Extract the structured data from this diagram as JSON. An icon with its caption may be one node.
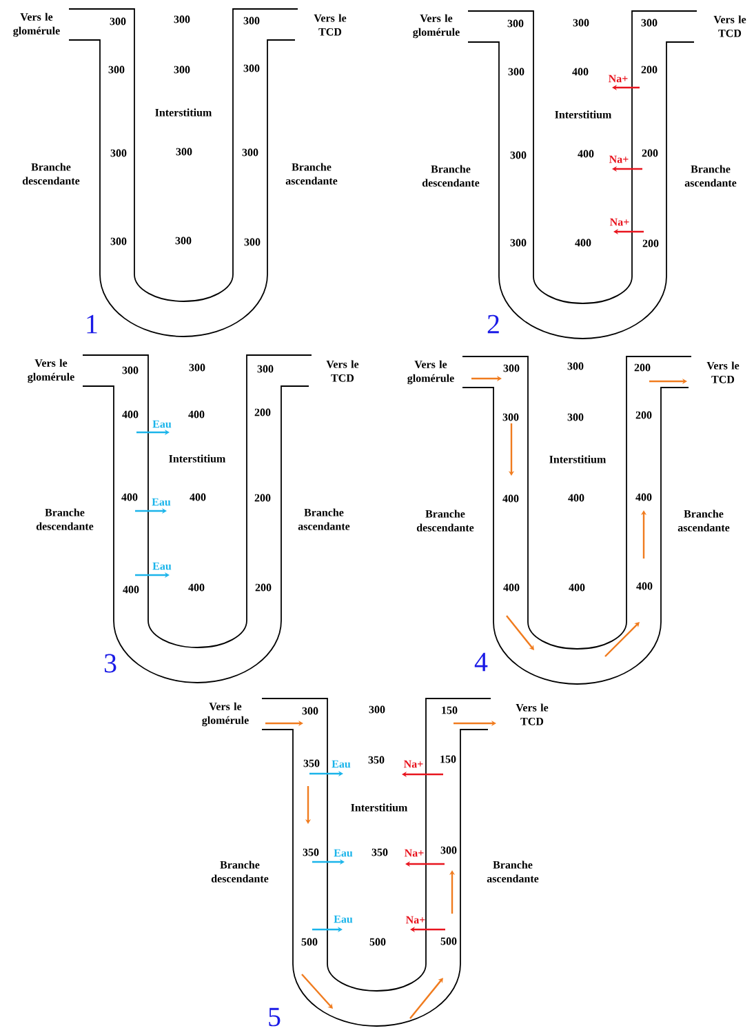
{
  "diagram": {
    "labels": [
      "Vers le glomérule",
      "300",
      "300",
      "300",
      "Vers le TCD",
      "300",
      "300",
      "300",
      "Interstitium",
      "300",
      "300",
      "300",
      "Branche descendante",
      "Branche ascendante",
      "300",
      "300",
      "300",
      "1",
      "Vers le glomérule",
      "300",
      "300",
      "300",
      "Vers le TCD",
      "300",
      "400",
      "Na+",
      "200",
      "Interstitium",
      "300",
      "400",
      "Na+",
      "200",
      "Branche descendante",
      "Branche ascendante",
      "Na+",
      "300",
      "400",
      "200",
      "2",
      "Vers le glomérule",
      "300",
      "300",
      "300",
      "Vers le TCD",
      "400",
      "Eau",
      "400",
      "200",
      "Interstitium",
      "400",
      "Eau",
      "400",
      "200",
      "Branche descendante",
      "Branche ascendante",
      "Eau",
      "400",
      "400",
      "200",
      "3",
      "Vers le glomérule",
      "300",
      "300",
      "200",
      "Vers le TCD",
      "300",
      "300",
      "200",
      "Interstitium",
      "400",
      "400",
      "400",
      "Branche descendante",
      "Branche ascendante",
      "400",
      "400",
      "400",
      "4",
      "Vers le glomérule",
      "300",
      "300",
      "150",
      "Vers le TCD",
      "350",
      "Eau",
      "350",
      "Na+",
      "150",
      "Interstitium",
      "350",
      "Eau",
      "350",
      "Na+",
      "300",
      "Branche descendante",
      "Branche ascendante",
      "Eau",
      "Na+",
      "500",
      "500",
      "500",
      "5"
    ]
  }
}
